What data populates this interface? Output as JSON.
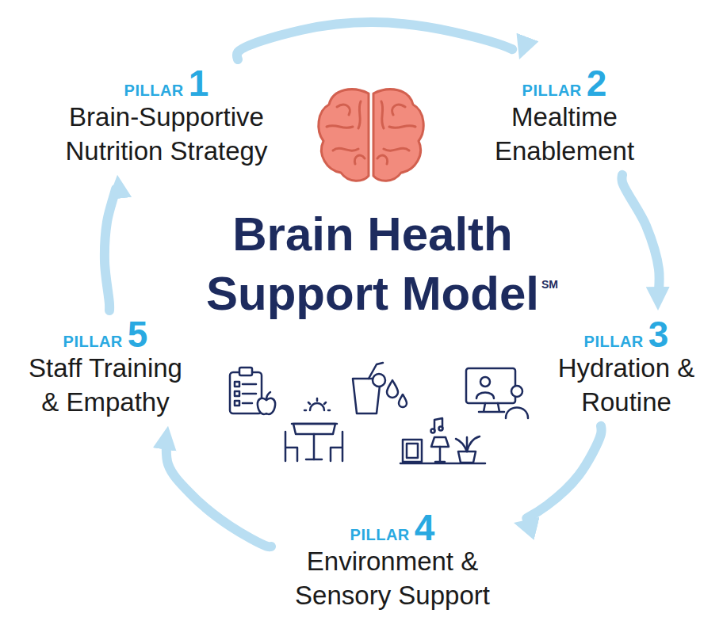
{
  "diagram": {
    "title": "Brain Health Support Model",
    "nodes": [
      {
        "text": [
          "PILLAR",
          "1",
          "Brain-Supportive Nutrition Strategy"
        ]
      },
      {
        "text": [
          "PILLAR",
          "2",
          "Mealtime Enablement"
        ]
      },
      {
        "text": [
          "PILLAR",
          "3",
          "Hydration & Routine"
        ]
      },
      {
        "text": [
          "PILLAR",
          "4",
          "Environment & Sensory Support"
        ]
      },
      {
        "text": [
          "PILLAR",
          "5",
          "Staff Training & Empathy"
        ]
      }
    ],
    "edges": [
      {
        "from": 0,
        "to": 1,
        "arrow": "to"
      },
      {
        "from": 1,
        "to": 2,
        "arrow": "to"
      },
      {
        "from": 2,
        "to": 3,
        "arrow": "to"
      },
      {
        "from": 3,
        "to": 4,
        "arrow": "to"
      },
      {
        "from": 4,
        "to": 0,
        "arrow": "to"
      }
    ],
    "labels": [
      "SM"
    ]
  }
}
